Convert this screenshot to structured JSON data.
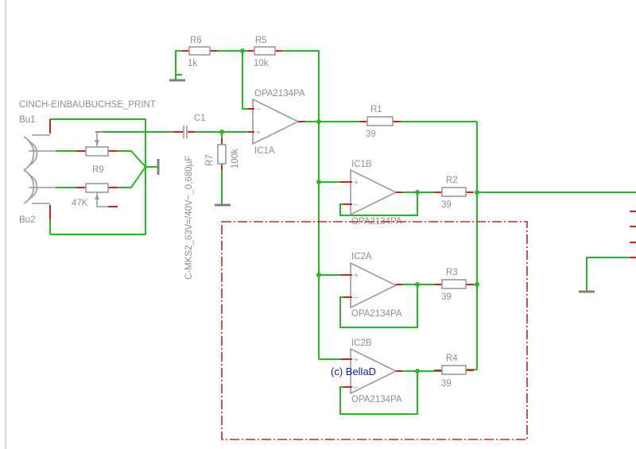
{
  "connector": {
    "title": "CINCH-EINBAUBUCHSE_PRINT",
    "bu1": "Bu1",
    "bu2": "Bu2"
  },
  "pot": {
    "name": "R9",
    "value": "47K"
  },
  "capacitor": {
    "name": "C1",
    "value": "C-MKS2_63V=/40V~_0,680µF"
  },
  "resistors": {
    "r6": {
      "name": "R6",
      "value": "1k"
    },
    "r5": {
      "name": "R5",
      "value": "10k"
    },
    "r7": {
      "name": "R7",
      "value": "100k"
    },
    "r1": {
      "name": "R1",
      "value": "39"
    },
    "r2": {
      "name": "R2",
      "value": "39"
    },
    "r3": {
      "name": "R3",
      "value": "39"
    },
    "r4": {
      "name": "R4",
      "value": "39"
    }
  },
  "opamps": {
    "ic1a": {
      "name": "IC1A",
      "part": "OPA2134PA"
    },
    "ic1b": {
      "name": "IC1B",
      "part": "OPA2134PA"
    },
    "ic2a": {
      "name": "IC2A",
      "part": "OPA2134PA"
    },
    "ic2b": {
      "name": "IC2B",
      "part": "OPA2134PA"
    }
  },
  "copyright": "(c) BellaD",
  "colors": {
    "wire": "#22bb22",
    "pin": "#d42020",
    "component": "#9a9a9a",
    "copyright_text": "#1515c8",
    "frame": "#d42020"
  }
}
